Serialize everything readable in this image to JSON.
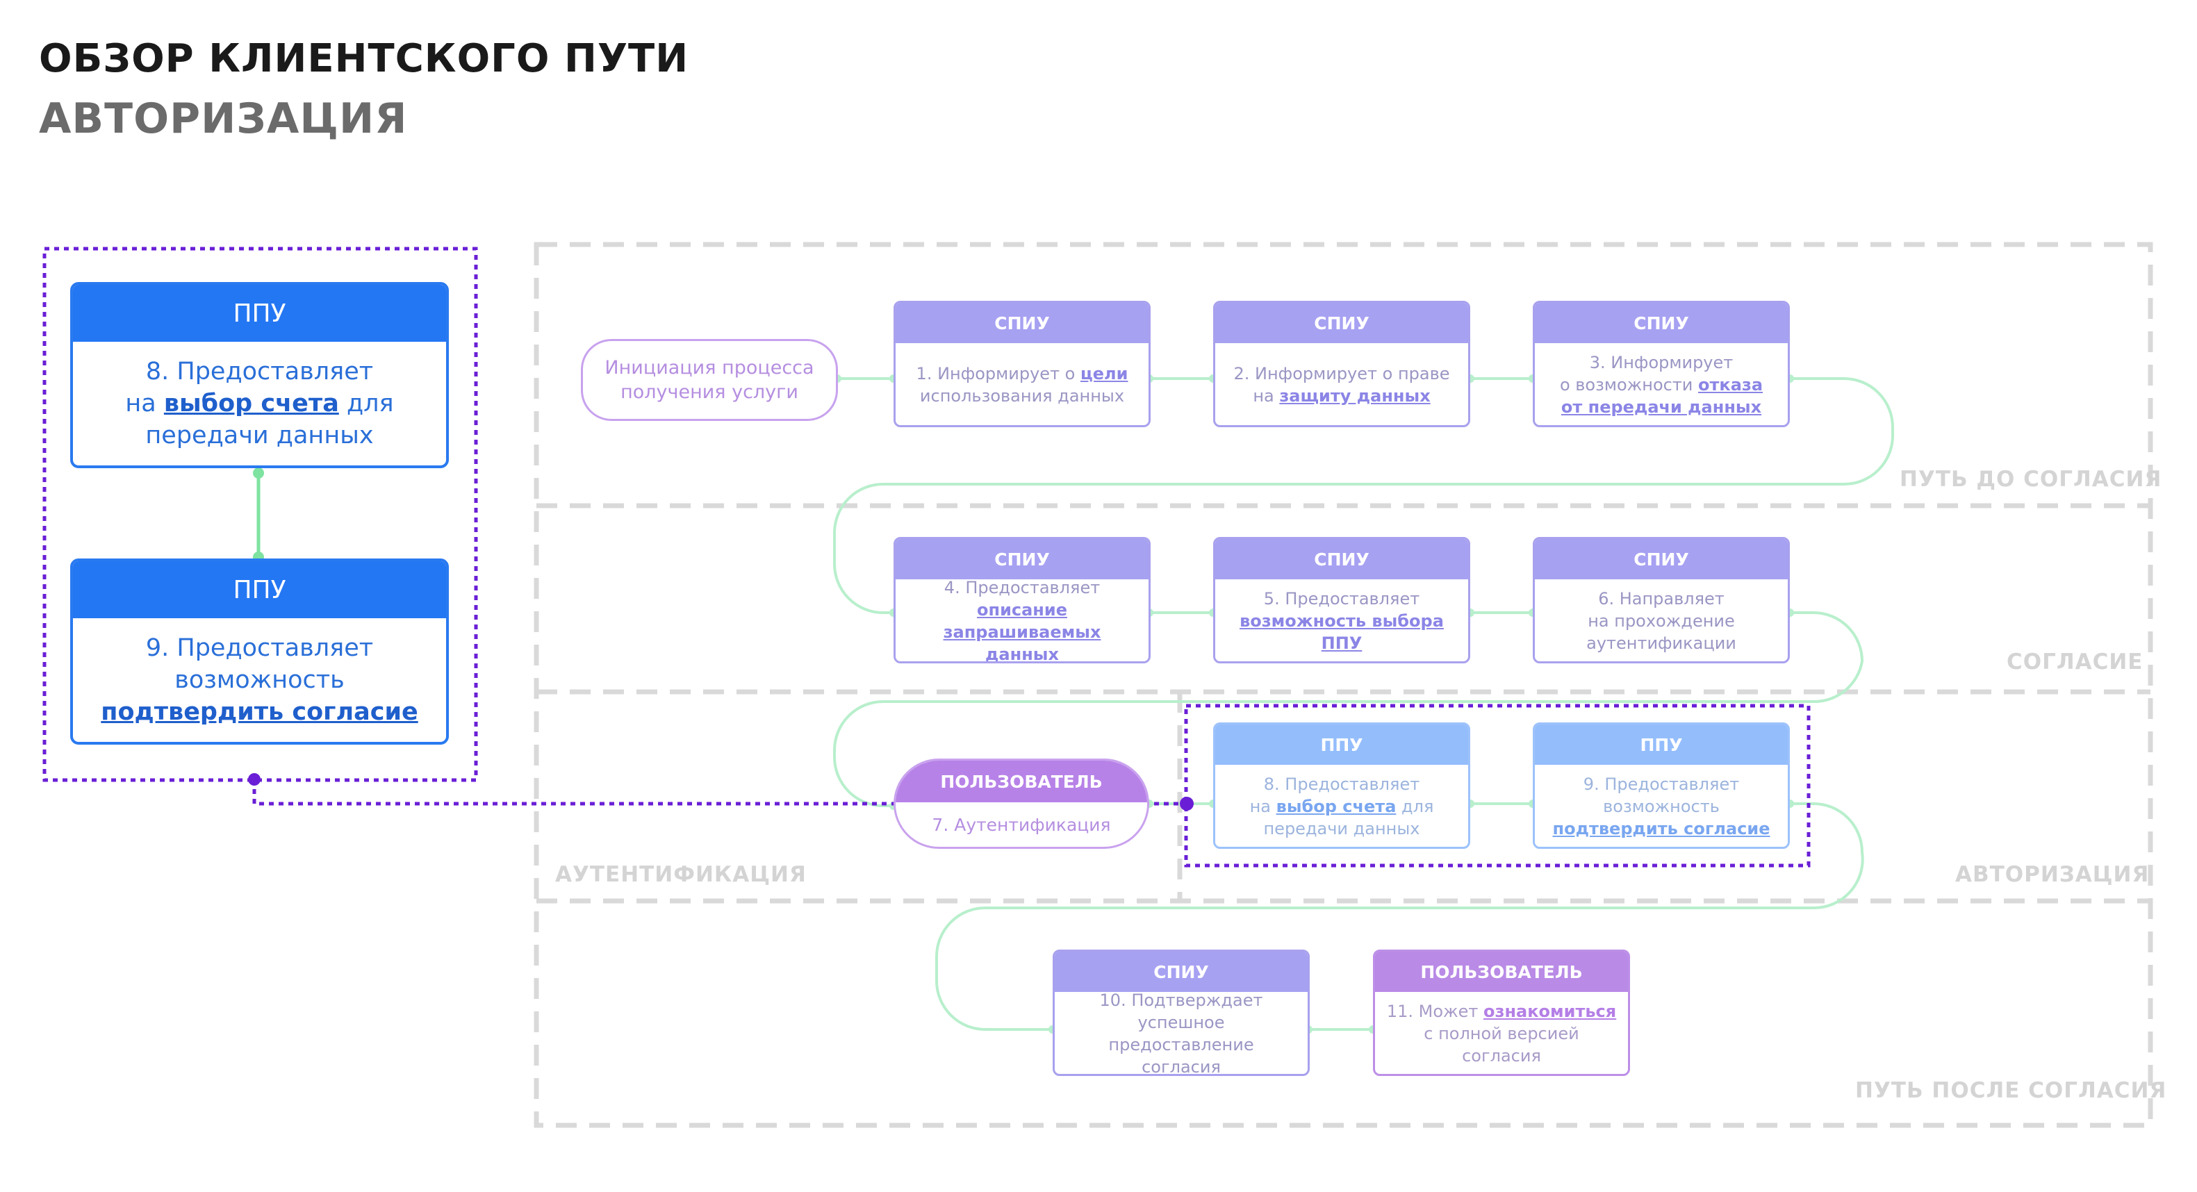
{
  "title": "ОБЗОР КЛИЕНТСКОГО ПУТИ",
  "subtitle": "АВТОРИЗАЦИЯ",
  "colors": {
    "spiu_header": "#a7a1f2",
    "ppu_header": "#2477f3",
    "ppu_soft_header": "#94bdfc",
    "user_header": "#b782e8",
    "connector": "#b8efcc",
    "highlight": "#6a1fd6",
    "zone_border": "#dadada"
  },
  "zones": {
    "pre": "ПУТЬ ДО СОГЛАСИЯ",
    "consent": "СОГЛАСИЕ",
    "authentication": "АУТЕНТИФИКАЦИЯ",
    "authorization": "АВТОРИЗАЦИЯ",
    "post": "ПУТЬ ПОСЛЕ СОГЛАСИЯ"
  },
  "start": "Инициация процесса\nполучения услуги",
  "steps": {
    "s1": {
      "header": "СПИУ",
      "t1": "1. Информирует о ",
      "h": "цели",
      "t2": "\nиспользования данных"
    },
    "s2": {
      "header": "СПИУ",
      "t1": "2. Информирует о праве\nна ",
      "h": "защиту данных",
      "t2": ""
    },
    "s3": {
      "header": "СПИУ",
      "t1": "3. Информирует\nо возможности ",
      "h": "отказа\nот передачи данных",
      "t2": ""
    },
    "s4": {
      "header": "СПИУ",
      "t1": "4. Предоставляет ",
      "h": "описание\nзапрашиваемых данных",
      "t2": ""
    },
    "s5": {
      "header": "СПИУ",
      "t1": "5. Предоставляет\n",
      "h": "возможность выбора ППУ",
      "t2": ""
    },
    "s6": {
      "header": "СПИУ",
      "t1": "6. Направляет\nна прохождение\nаутентификации",
      "h": "",
      "t2": ""
    },
    "s7": {
      "header": "ПОЛЬЗОВАТЕЛЬ",
      "t1": "7. Аутентификация",
      "h": "",
      "t2": ""
    },
    "s8": {
      "header": "ППУ",
      "t1": "8. Предоставляет\nна ",
      "h": "выбор счета",
      "t2": " для\nпередачи данных"
    },
    "s9": {
      "header": "ППУ",
      "t1": "9. Предоставляет\nвозможность\n",
      "h": "подтвердить согласие",
      "t2": ""
    },
    "s10": {
      "header": "СПИУ",
      "t1": "10. Подтверждает\nуспешное предоставление\nсогласия",
      "h": "",
      "t2": ""
    },
    "s11": {
      "header": "ПОЛЬЗОВАТЕЛЬ",
      "t1": "11. Может ",
      "h": "ознакомиться",
      "t2": "\nс полной версией согласия"
    }
  },
  "focus": {
    "a": {
      "header": "ППУ",
      "t1": "8. Предоставляет\nна ",
      "h": "выбор счета",
      "t2": " для\nпередачи данных"
    },
    "b": {
      "header": "ППУ",
      "t1": "9. Предоставляет\nвозможность\n",
      "h": "подтвердить согласие",
      "t2": ""
    }
  }
}
